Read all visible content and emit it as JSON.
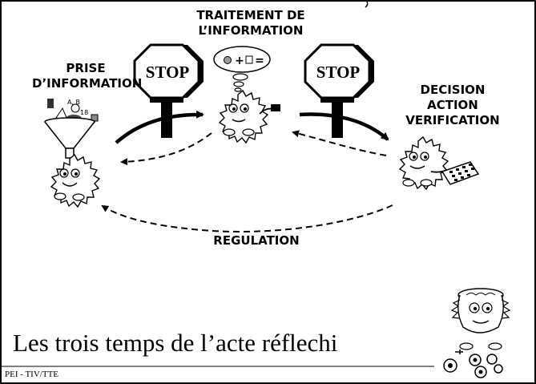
{
  "labels": {
    "stage1_line1": "PRISE",
    "stage1_line2": "D’INFORMATION",
    "stage2_line1": "TRAITEMENT DE",
    "stage2_line2": "L’INFORMATION",
    "stage3_line1": "DECISION",
    "stage3_line2": "ACTION",
    "stage3_line3": "VERIFICATION",
    "regulation": "REGULATION"
  },
  "signs": {
    "stop_left": "STOP",
    "stop_right": "STOP"
  },
  "funnel_shapes": {
    "letters": "A, B",
    "number": "18"
  },
  "thought_bubble": {
    "plus": "+",
    "equals": "="
  },
  "title": "Les trois temps de l’acte réflechi",
  "footer": "PEI - TIV/TTE"
}
